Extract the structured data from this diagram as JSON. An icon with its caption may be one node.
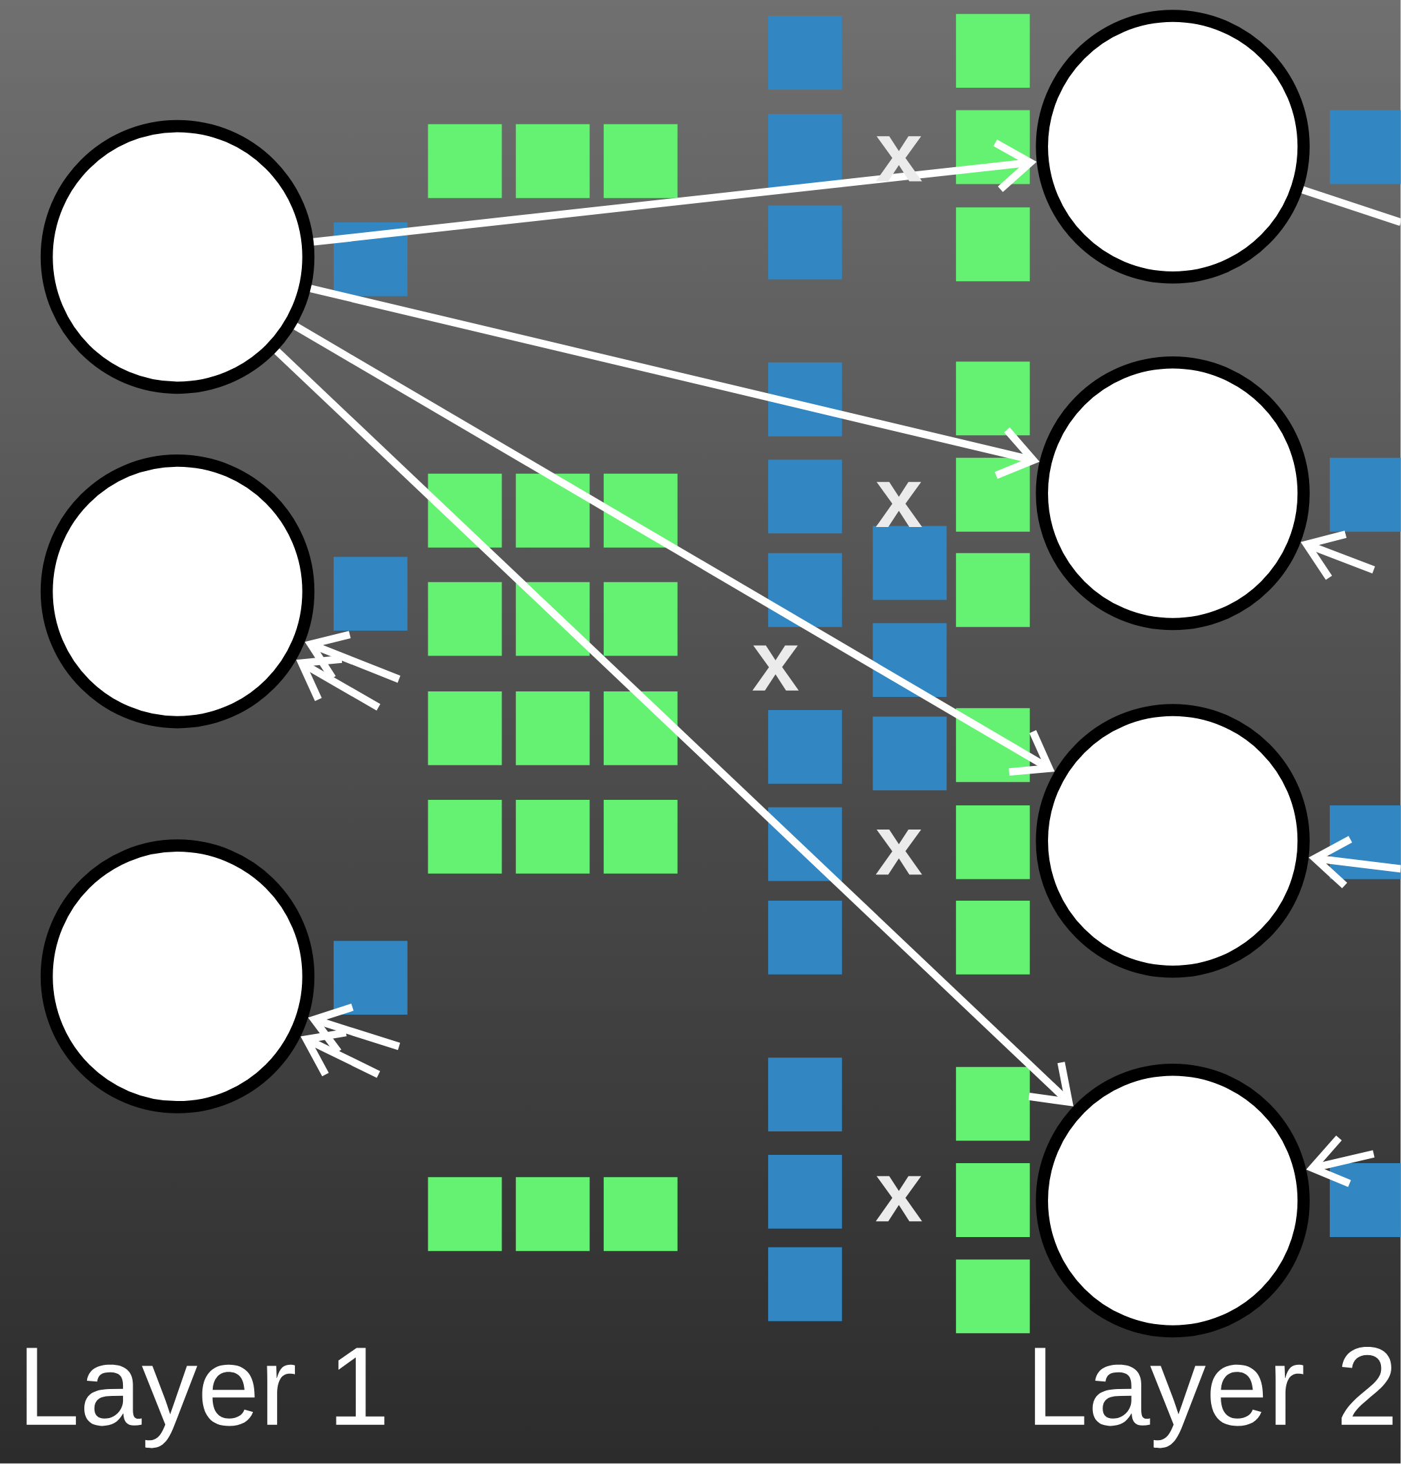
{
  "diagram": {
    "nodes": [
      {
        "text": [],
        "shape": "circle"
      },
      {
        "text": [],
        "shape": "circle"
      },
      {
        "text": [],
        "shape": "circle"
      },
      {
        "text": [],
        "shape": "circle"
      },
      {
        "text": [],
        "shape": "circle"
      },
      {
        "text": [],
        "shape": "circle"
      },
      {
        "text": [],
        "shape": "circle"
      }
    ],
    "edges": [
      {
        "from": 0,
        "to": 3,
        "arrow": "to"
      },
      {
        "from": 0,
        "to": 4,
        "arrow": "to"
      },
      {
        "from": 0,
        "to": 5,
        "arrow": "to"
      },
      {
        "from": 0,
        "to": 6,
        "arrow": "to"
      },
      {
        "from": null,
        "to": 1,
        "arrow": "to"
      },
      {
        "from": null,
        "to": 1,
        "arrow": "to"
      },
      {
        "from": null,
        "to": 2,
        "arrow": "to"
      },
      {
        "from": null,
        "to": 2,
        "arrow": "to"
      },
      {
        "from": 3,
        "to": null,
        "arrow": "none"
      },
      {
        "from": null,
        "to": 4,
        "arrow": "to"
      },
      {
        "from": null,
        "to": 5,
        "arrow": "to"
      },
      {
        "from": null,
        "to": 6,
        "arrow": "to"
      }
    ],
    "labels": [
      "x",
      "x",
      "x",
      "x",
      "x",
      "Layer 1",
      "Layer 2"
    ]
  }
}
